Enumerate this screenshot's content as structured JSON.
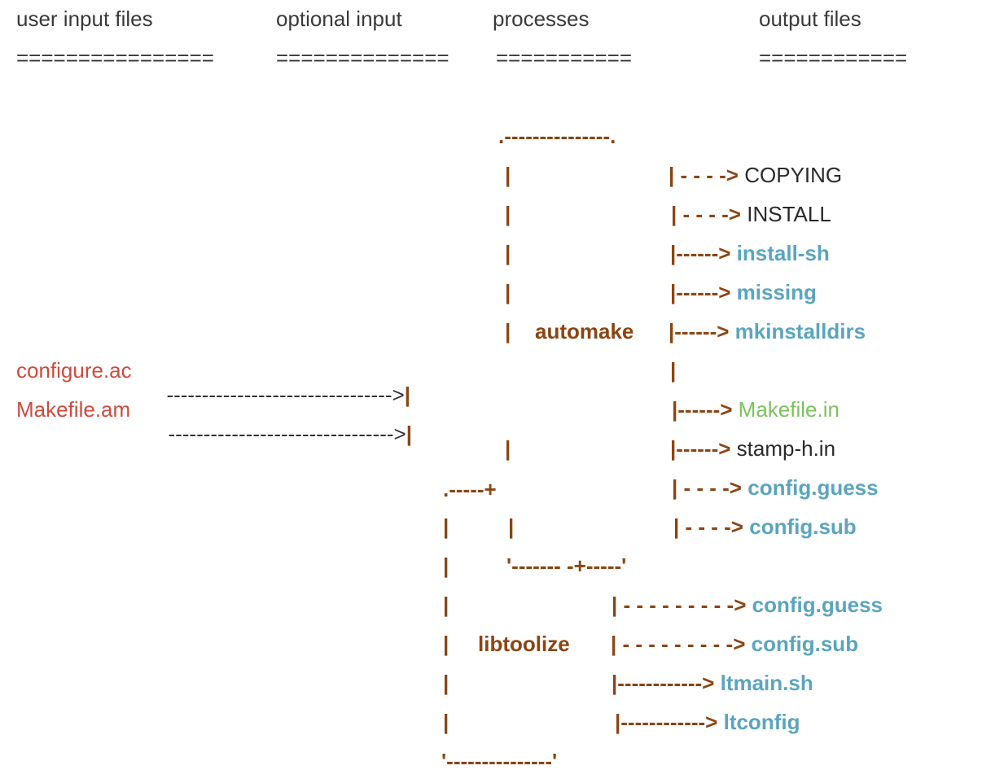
{
  "columns": {
    "user_input": "user input files",
    "optional_input": "optional input",
    "processes": "processes",
    "output_files": "output files"
  },
  "underlines": {
    "user_input": "================",
    "optional_input": "==============",
    "processes": "===========",
    "output_files": "============"
  },
  "inputs": {
    "configure_ac": "configure.ac",
    "makefile_am": "Makefile.am",
    "arrow_configure": "------------------------------->|",
    "arrow_makefile": "-------------------------------->|"
  },
  "automake_box": {
    "label": "automake",
    "top": ".---------------.",
    "bar": "|",
    "split": ".-----+",
    "bottom": "'------- -+-----'"
  },
  "automake_outputs": [
    {
      "arrow": "| - - - ->",
      "file": "COPYING",
      "style": "plain"
    },
    {
      "arrow": "| - - - ->",
      "file": "INSTALL",
      "style": "plain"
    },
    {
      "arrow": "|------>",
      "file": "install-sh",
      "style": "blue"
    },
    {
      "arrow": "|------>",
      "file": "missing",
      "style": "blue"
    },
    {
      "arrow": "|------>",
      "file": "mkinstalldirs",
      "style": "blue"
    },
    {
      "arrow": "|",
      "file": "",
      "style": "plain"
    },
    {
      "arrow": "|------>",
      "file": "Makefile.in",
      "style": "green"
    },
    {
      "arrow": "|------>",
      "file": "stamp-h.in",
      "style": "plain"
    },
    {
      "arrow": "| - - - ->",
      "file": "config.guess",
      "style": "blue"
    },
    {
      "arrow": "| - - - ->",
      "file": "config.sub",
      "style": "blue"
    }
  ],
  "libtoolize_box": {
    "label": "libtoolize",
    "bar": "|",
    "bottom": "'---------------'"
  },
  "libtoolize_outputs": [
    {
      "arrow": "| - - - - - - - - ->",
      "file": "config.guess",
      "style": "blue"
    },
    {
      "arrow": "| - - - - - - - - ->",
      "file": "config.sub",
      "style": "blue"
    },
    {
      "arrow": "|------------>",
      "file": "ltmain.sh",
      "style": "blue"
    },
    {
      "arrow": "|------------>",
      "file": "ltconfig",
      "style": "blue"
    }
  ],
  "colors": {
    "process": "#8b4513",
    "required_input": "#cf4a3c",
    "aux_output": "#5aa5bd",
    "makefile_in": "#7cc15e",
    "text": "#333333"
  }
}
